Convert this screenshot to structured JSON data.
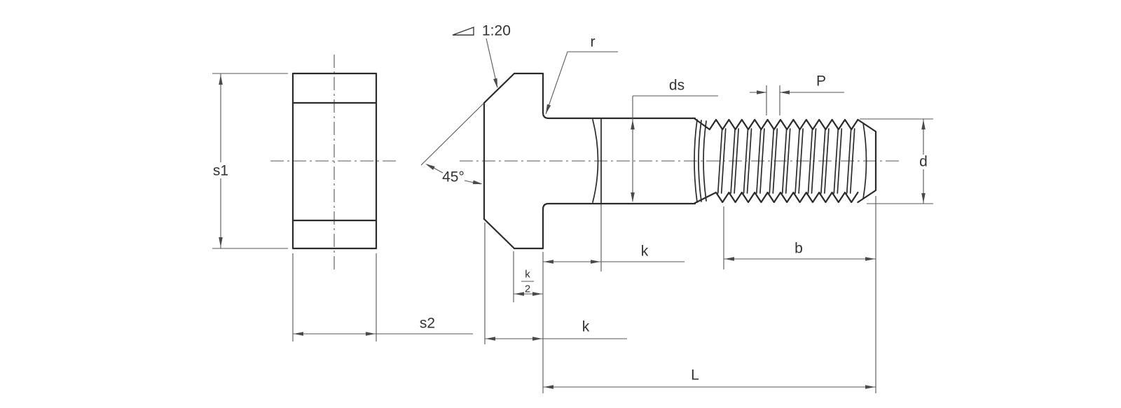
{
  "labels": {
    "s1": "s1",
    "s2": "s2",
    "k_upper": "k",
    "k_lower": "k",
    "k_half_num": "k",
    "k_half_den": "2",
    "b": "b",
    "total_length": "L",
    "d": "d",
    "ds": "ds",
    "pitch": "P",
    "radius": "r",
    "angle": "45°",
    "taper": "1:20"
  },
  "colors": {
    "background": "#ffffff",
    "outline": "#2b2b2b",
    "dimension_lines": "#575757",
    "text": "#333333"
  }
}
